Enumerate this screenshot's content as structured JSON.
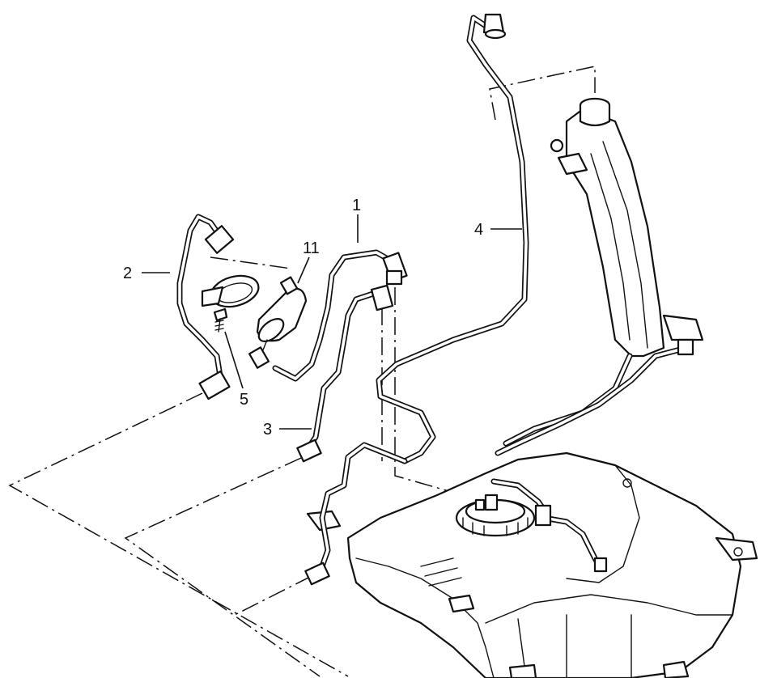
{
  "diagram": {
    "callouts": [
      {
        "id": "1",
        "label": "1"
      },
      {
        "id": "2",
        "label": "2"
      },
      {
        "id": "3",
        "label": "3"
      },
      {
        "id": "4",
        "label": "4"
      },
      {
        "id": "5",
        "label": "5"
      },
      {
        "id": "11",
        "label": "11"
      }
    ]
  }
}
